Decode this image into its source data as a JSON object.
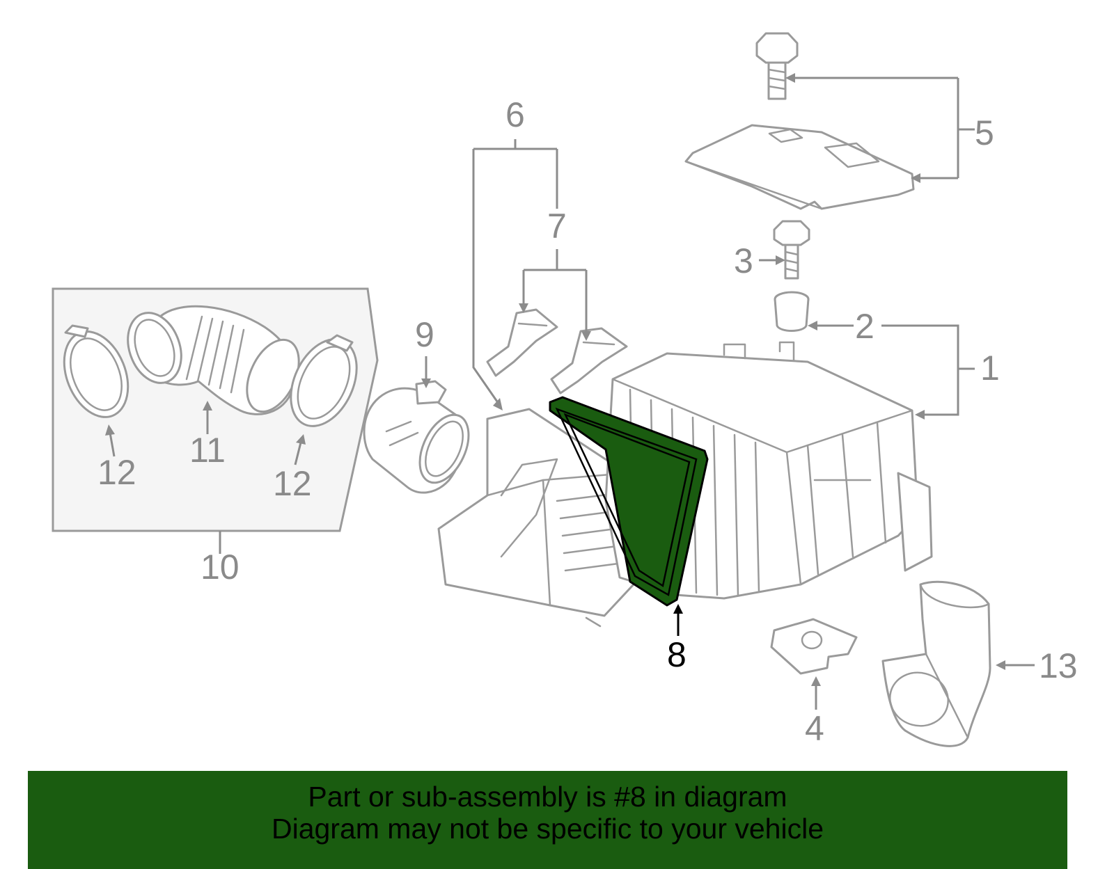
{
  "callouts": {
    "c1": "1",
    "c2": "2",
    "c3": "3",
    "c4": "4",
    "c5": "5",
    "c6": "6",
    "c7": "7",
    "c8": "8",
    "c9": "9",
    "c10": "10",
    "c11": "11",
    "c12a": "12",
    "c12b": "12",
    "c13": "13"
  },
  "highlighted_part": "8",
  "colors": {
    "highlight_fill": "#1a5c10",
    "part_stroke": "#9a9a9a",
    "callout_text": "#8a8a8a",
    "inset_background": "#f5f5f5"
  },
  "banner": {
    "line1": "Part or sub-assembly is #8 in diagram",
    "line2": "Diagram may not be specific to your vehicle"
  }
}
